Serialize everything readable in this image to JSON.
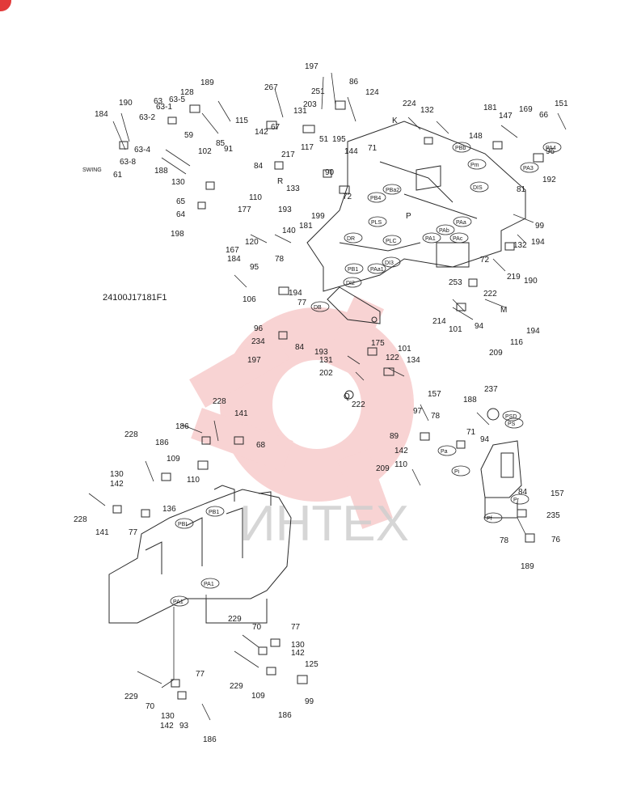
{
  "drawing": {
    "code": "24100J17181F1",
    "swing_label": "SWING",
    "part_labels": [
      "197",
      "267",
      "251",
      "86",
      "124",
      "189",
      "128",
      "63-5",
      "63-1",
      "63",
      "190",
      "63-2",
      "184",
      "63-4",
      "63-8",
      "61",
      "59",
      "85",
      "91",
      "102",
      "188",
      "130",
      "65",
      "64",
      "198",
      "131",
      "203",
      "67",
      "142",
      "117",
      "51",
      "195",
      "71",
      "144",
      "217",
      "115",
      "84",
      "133",
      "90",
      "72",
      "110",
      "193",
      "199",
      "177",
      "181",
      "140",
      "167",
      "120",
      "78",
      "184",
      "95",
      "106",
      "194",
      "77",
      "96",
      "234",
      "84",
      "197",
      "193",
      "131",
      "202",
      "175",
      "101",
      "122",
      "134",
      "222",
      "224",
      "132",
      "181",
      "147",
      "169",
      "151",
      "66",
      "148",
      "96",
      "192",
      "81",
      "99",
      "194",
      "132",
      "219",
      "190",
      "72",
      "253",
      "222",
      "214",
      "101",
      "94",
      "116",
      "209",
      "194",
      "228",
      "141",
      "186",
      "68",
      "228",
      "186",
      "109",
      "130",
      "142",
      "136",
      "141",
      "228",
      "77",
      "110",
      "157",
      "188",
      "237",
      "97",
      "78",
      "71",
      "94",
      "89",
      "142",
      "209",
      "110",
      "84",
      "157",
      "235",
      "78",
      "76",
      "189",
      "229",
      "70",
      "77",
      "130",
      "142",
      "125",
      "229",
      "109",
      "99",
      "186",
      "77",
      "229",
      "70",
      "130",
      "142",
      "93",
      "186"
    ],
    "ports": [
      "PBb",
      "PBa2",
      "PB4",
      "PAa",
      "PAb",
      "PAc",
      "PA1",
      "PA4",
      "PA3",
      "PLS",
      "PLC",
      "PB1",
      "PAa1",
      "PBI",
      "PB1",
      "PA1",
      "PA1",
      "PS",
      "PSD",
      "Pa",
      "Pi",
      "Pr",
      "Pf",
      "Pm",
      "DIS",
      "DR",
      "DI3",
      "DI2",
      "DB"
    ],
    "letters": [
      "K",
      "R",
      "M",
      "Q",
      "P"
    ]
  },
  "watermark": {
    "text": "ИНТЕХ",
    "color": "#e23a3a"
  }
}
